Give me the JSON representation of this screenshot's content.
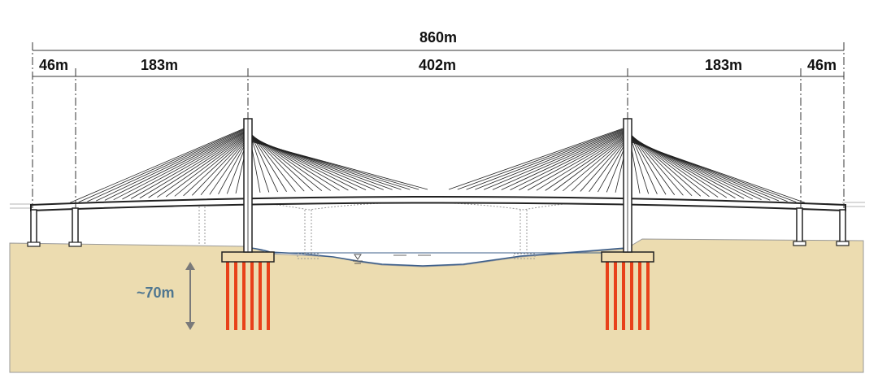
{
  "dimensions": {
    "total": "860m",
    "spans": [
      "46m",
      "183m",
      "402m",
      "183m",
      "46m"
    ]
  },
  "depth_label": "~70m",
  "colors": {
    "soil": "#ecdcb0",
    "pile": "#e8411a",
    "water_line": "#3d5f8a",
    "structure": "#222222",
    "depth_arrow": "#7a7a7a",
    "depth_text": "#4f7690"
  },
  "icons": {
    "water_level": "water-level-icon"
  }
}
